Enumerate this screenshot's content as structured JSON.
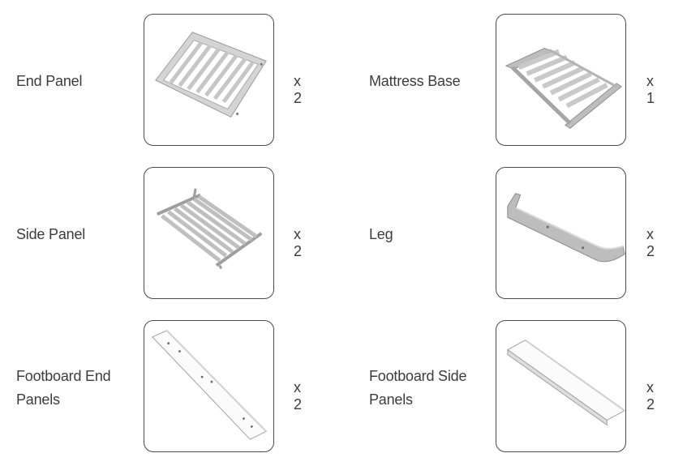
{
  "parts": [
    {
      "name": "End Panel",
      "qty": "x 2"
    },
    {
      "name": "Mattress Base",
      "qty": "x 1"
    },
    {
      "name": "Side Panel",
      "qty": "x 2"
    },
    {
      "name": "Leg",
      "qty": "x 2"
    },
    {
      "name": "Footboard End Panels",
      "qty": "x 2"
    },
    {
      "name": "Footboard Side Panels",
      "qty": "x 2"
    }
  ],
  "colors": {
    "frame_grey": "#b9b9b9",
    "frame_light": "#d6d6d6",
    "white_board": "#fbfbfb",
    "tile_border": "#4a4a4a"
  }
}
